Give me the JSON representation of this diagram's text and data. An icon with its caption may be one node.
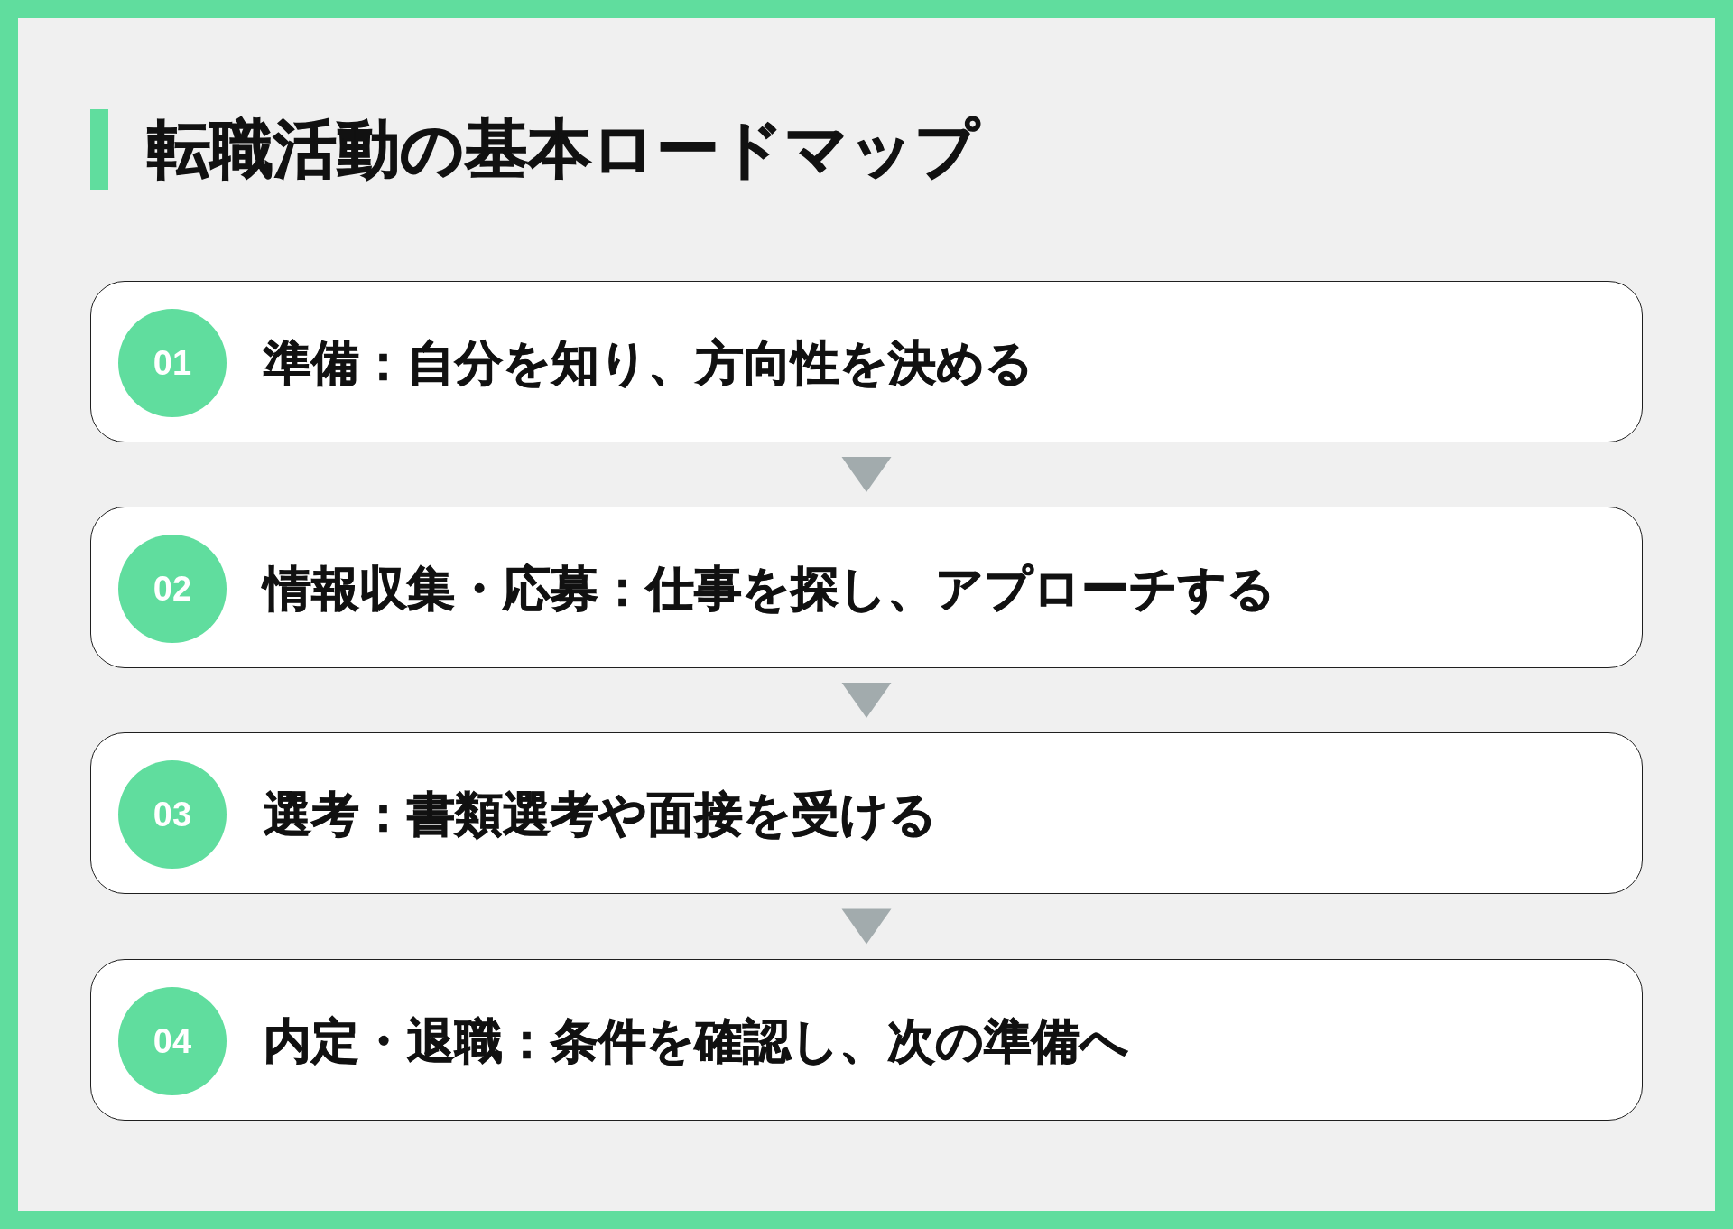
{
  "diagram": {
    "title": "転職活動の基本ロードマップ",
    "nodes": [
      {
        "text": [
          "準備：自分を知り、方向性を決める"
        ]
      },
      {
        "text": [
          "01"
        ],
        "in": 0
      },
      {
        "text": [
          "情報収集・応募：仕事を探し、アプローチする"
        ]
      },
      {
        "text": [
          "02"
        ],
        "in": 2
      },
      {
        "text": [
          "選考：書類選考や面接を受ける"
        ]
      },
      {
        "text": [
          "03"
        ],
        "in": 4
      },
      {
        "text": [
          "内定・退職：条件を確認し、次の準備へ"
        ]
      },
      {
        "text": [
          "04"
        ],
        "in": 6
      }
    ],
    "edges": [
      {
        "from": 0,
        "to": 2,
        "arrow": "to"
      },
      {
        "from": 2,
        "to": 4,
        "arrow": "to"
      },
      {
        "from": 4,
        "to": 6,
        "arrow": "to"
      }
    ]
  }
}
